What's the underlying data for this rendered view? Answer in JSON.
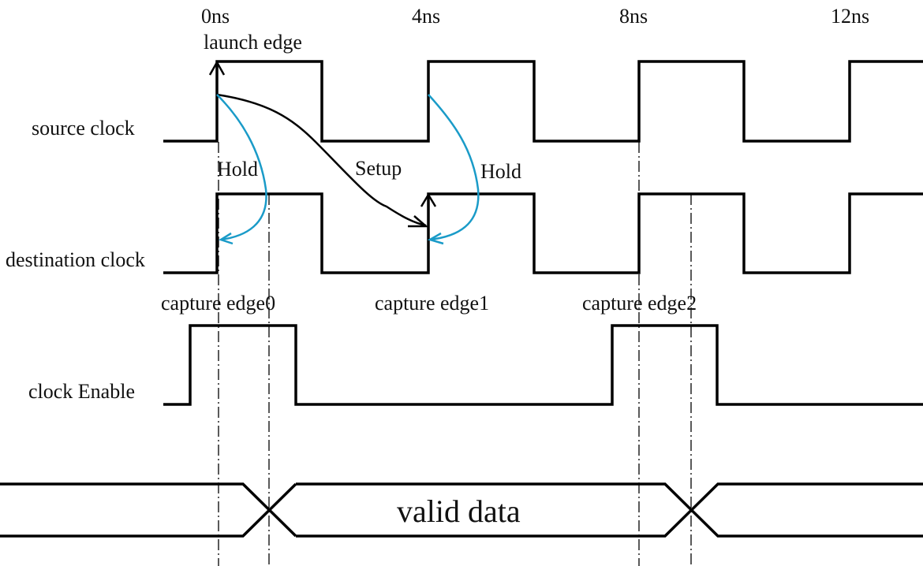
{
  "title": "Timing diagram: clock enable multicycle path",
  "time_axis": {
    "ticks": [
      {
        "label": "0ns",
        "t": 0
      },
      {
        "label": "4ns",
        "t": 4
      },
      {
        "label": "8ns",
        "t": 8
      },
      {
        "label": "12ns",
        "t": 12
      }
    ]
  },
  "signals": {
    "source_clock": {
      "label": "source clock",
      "period_ns": 4,
      "first_rise_ns": 0
    },
    "destination_clock": {
      "label": "destination clock",
      "period_ns": 4,
      "first_rise_ns": 0
    },
    "clock_enable": {
      "label": "clock Enable",
      "pulses_ns": [
        [
          -0.5,
          1.5
        ],
        [
          7.5,
          9.5
        ]
      ]
    },
    "data": {
      "label": "valid data",
      "transitions_ns": [
        1,
        9
      ]
    }
  },
  "annotations": {
    "launch_edge": "launch edge",
    "capture_edges": [
      "capture edge0",
      "capture edge1",
      "capture edge2"
    ],
    "hold_left": "Hold",
    "setup": "Setup",
    "hold_right": "Hold"
  },
  "colors": {
    "signal": "#000000",
    "hold_arrow": "#1a9bc8",
    "setup_arrow": "#000000"
  }
}
